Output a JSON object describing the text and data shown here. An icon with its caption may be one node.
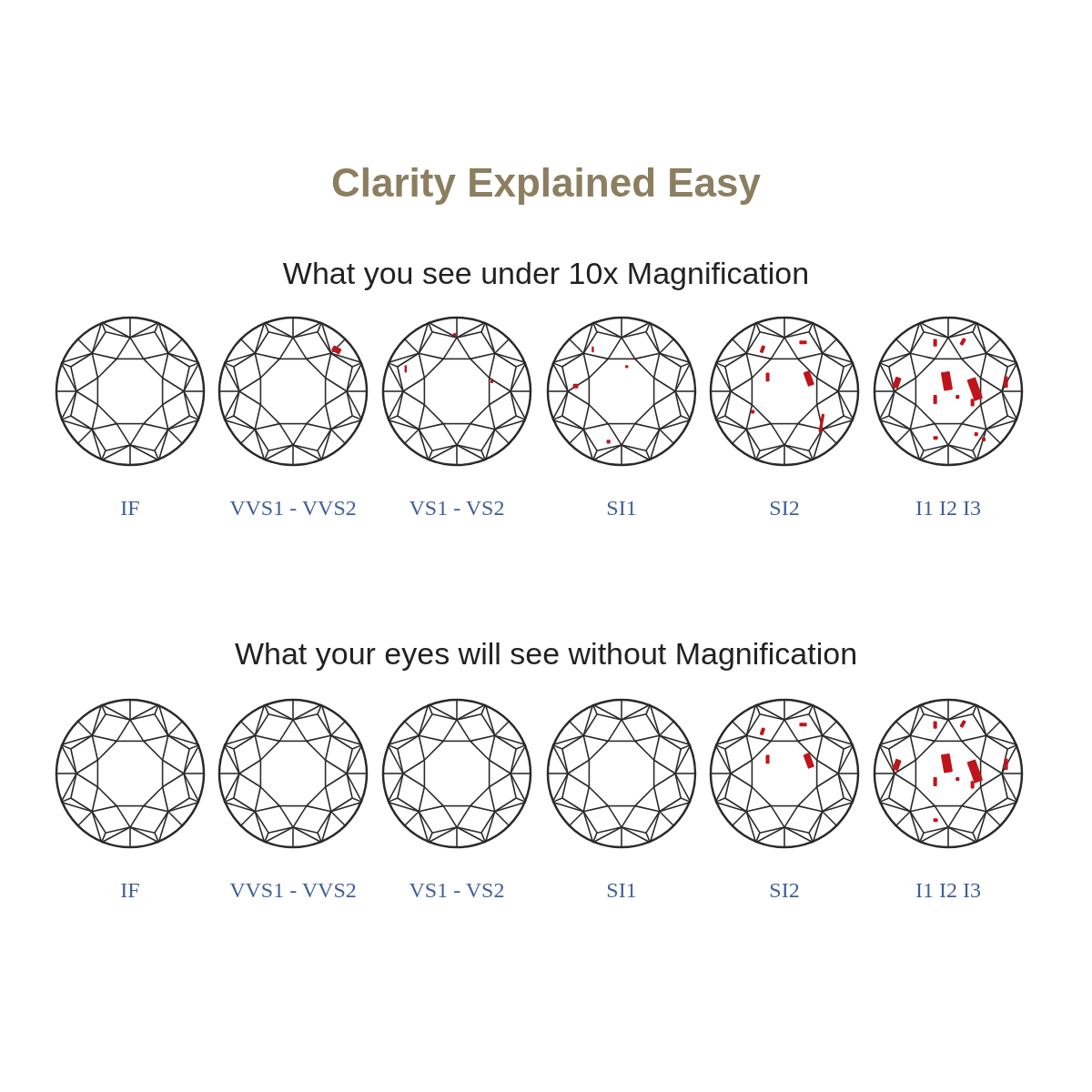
{
  "diagram": {
    "title": "Clarity Explained Easy",
    "nodes": [
      {
        "text": [],
        "shape": "picture",
        "beside": [
          "IF"
        ]
      },
      {
        "text": [],
        "shape": "picture",
        "beside": [
          "VVS1 - VVS2"
        ]
      },
      {
        "text": [],
        "shape": "picture",
        "beside": [
          "VS1 - VS2"
        ]
      },
      {
        "text": [],
        "shape": "picture",
        "beside": [
          "SI1"
        ]
      },
      {
        "text": [],
        "shape": "picture",
        "beside": [
          "SI2"
        ]
      },
      {
        "text": [],
        "shape": "picture",
        "beside": [
          "I1 I2 I3"
        ]
      },
      {
        "text": [],
        "shape": "picture",
        "beside": [
          "IF"
        ]
      },
      {
        "text": [],
        "shape": "picture",
        "beside": [
          "VVS1 - VVS2"
        ]
      },
      {
        "text": [],
        "shape": "picture",
        "beside": [
          "VS1 - VS2"
        ]
      },
      {
        "text": [],
        "shape": "picture",
        "beside": [
          "SI1"
        ]
      },
      {
        "text": [],
        "shape": "picture",
        "beside": [
          "SI2"
        ]
      },
      {
        "text": [],
        "shape": "picture",
        "beside": [
          "I1 I2 I3"
        ]
      }
    ],
    "labels": [
      "What you see under 10x Magnification",
      "What your eyes will see without Magnification"
    ]
  }
}
